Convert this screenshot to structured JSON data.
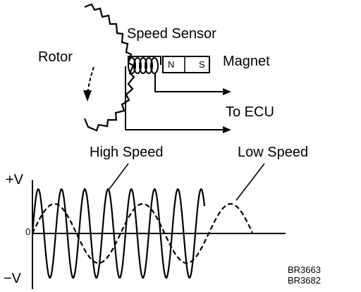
{
  "labels": {
    "rotor": "Rotor",
    "speed_sensor": "Speed Sensor",
    "magnet": "Magnet",
    "to_ecu": "To ECU",
    "high_speed": "High Speed",
    "low_speed": "Low Speed",
    "plus_v": "+V",
    "zero": "0",
    "minus_v": "−V",
    "code_1": "BR3663",
    "code_2": "BR3682",
    "north": "N",
    "south": "S"
  },
  "colors": {
    "ink": "#000000",
    "paper": "#ffffff"
  }
}
